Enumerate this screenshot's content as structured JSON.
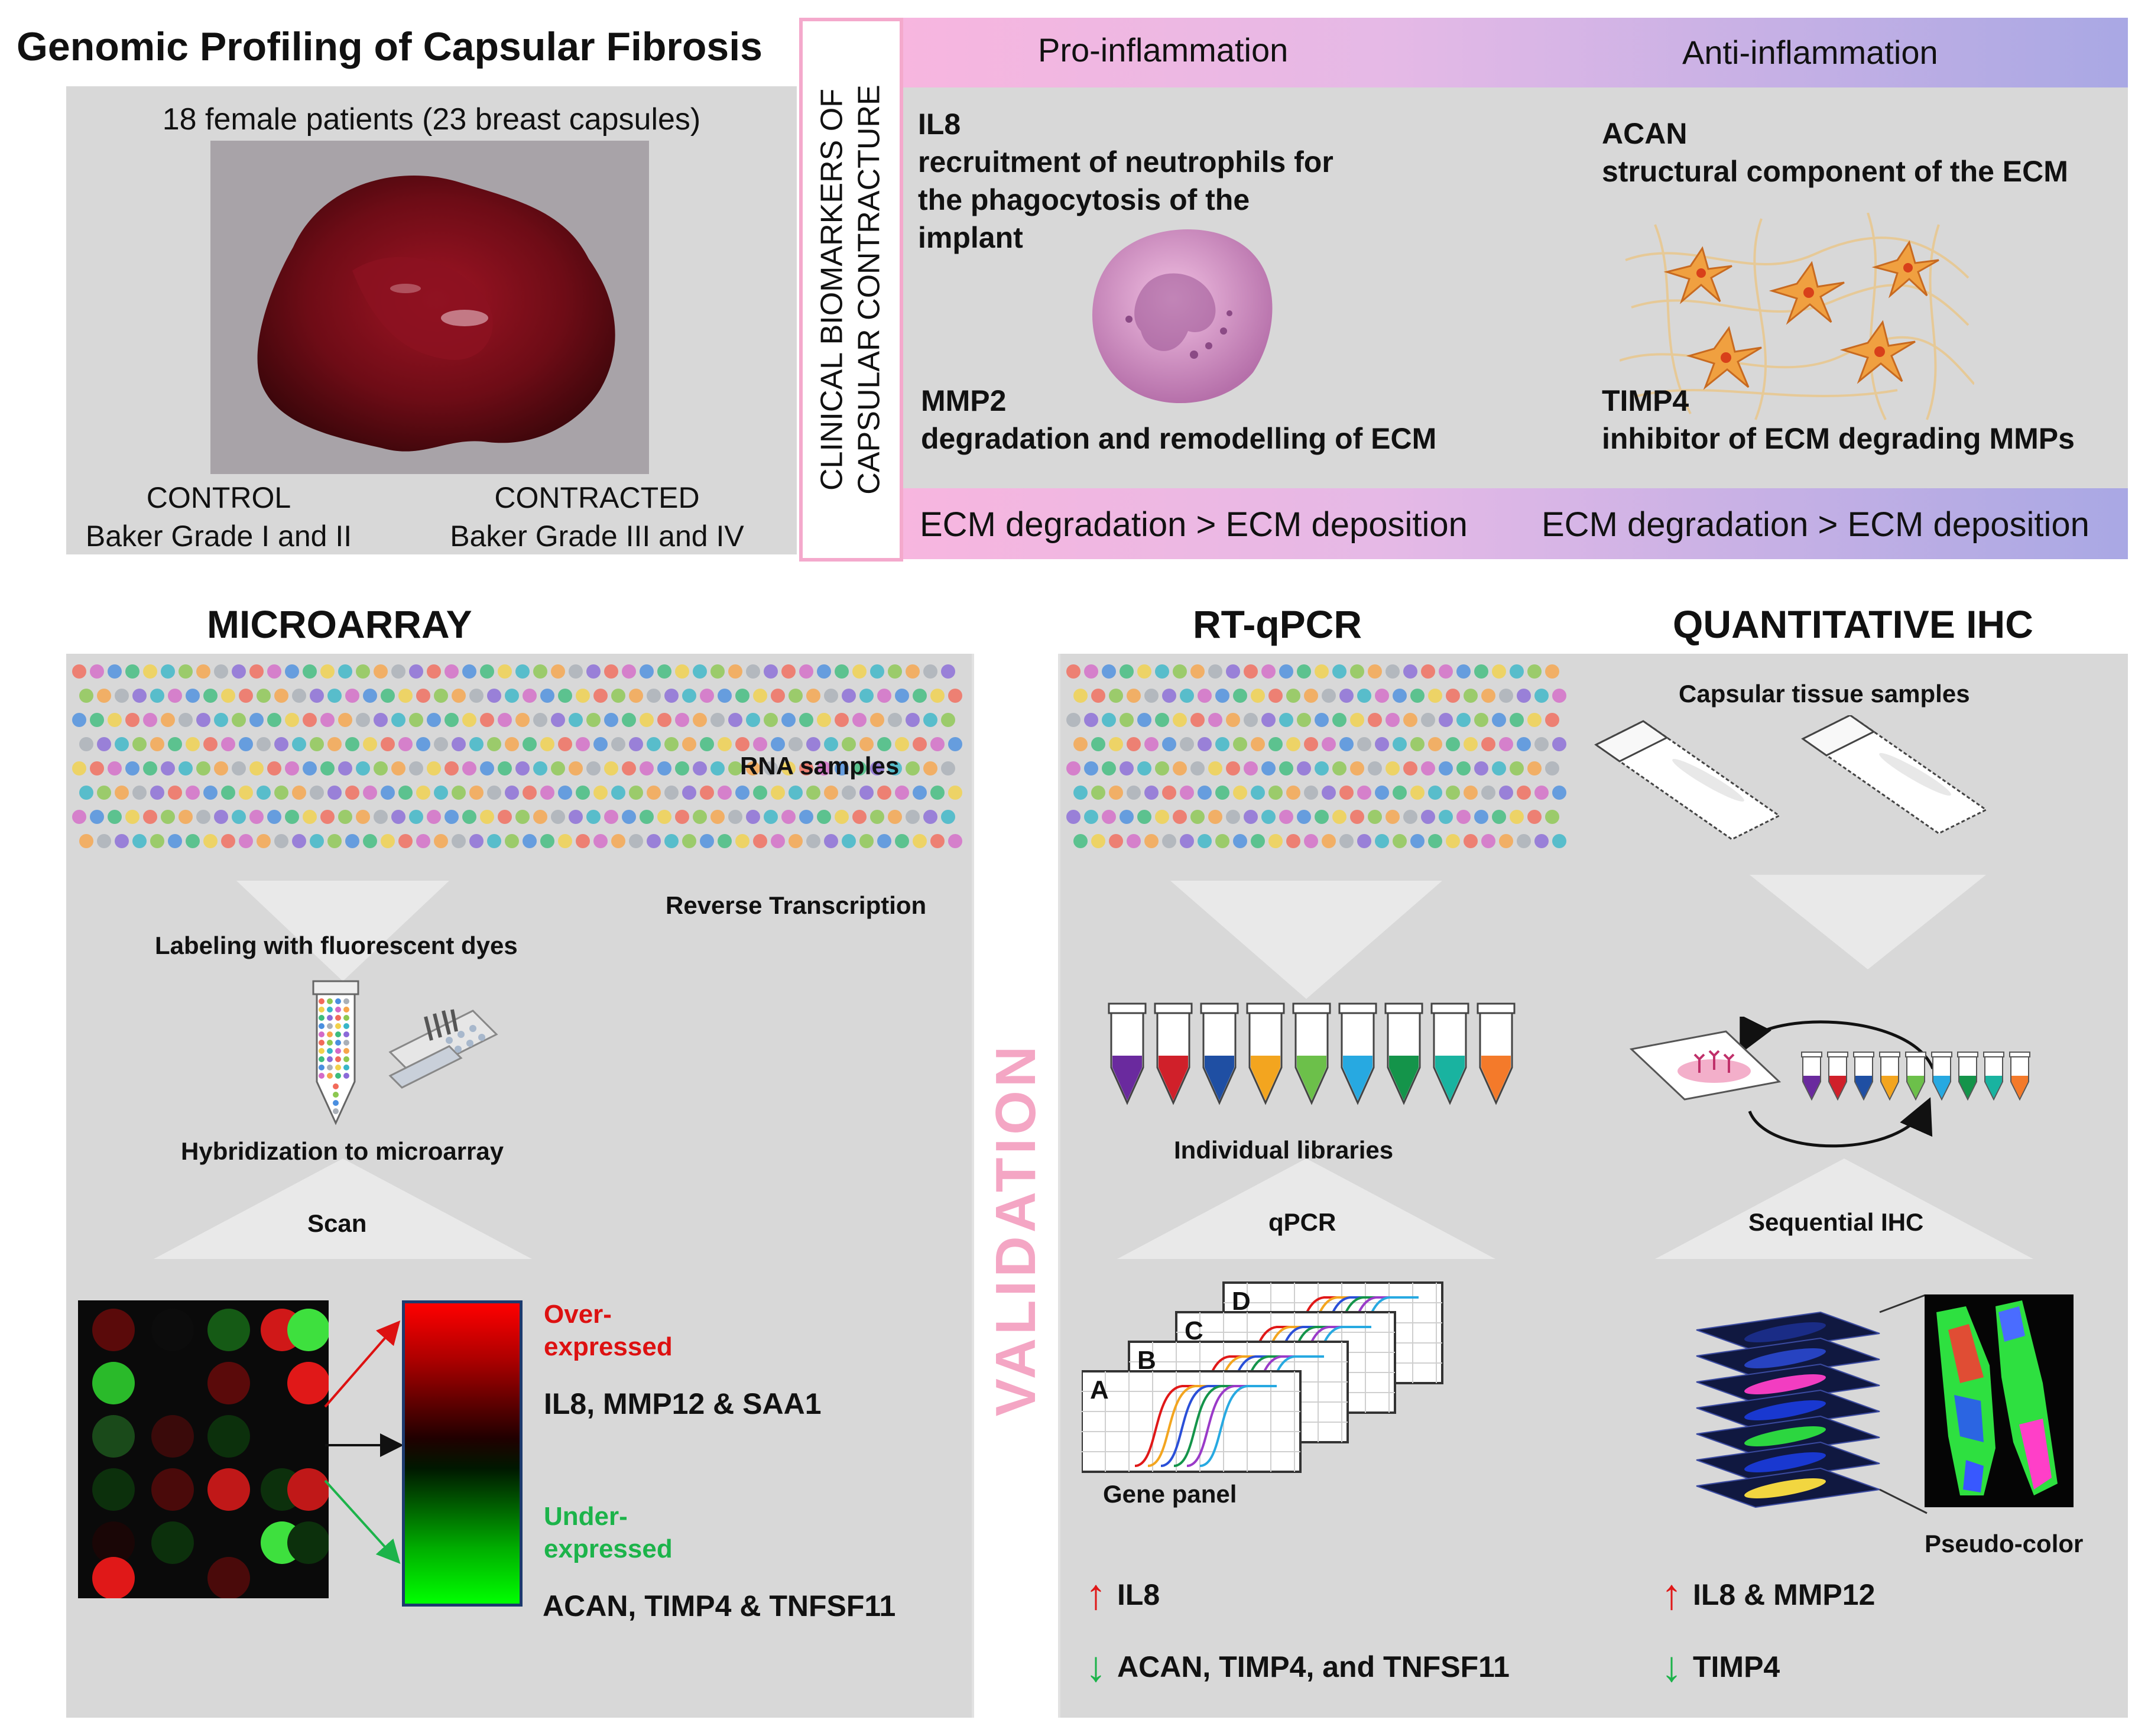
{
  "title": "Genomic Profiling of Capsular Fibrosis",
  "patients": "18 female patients (23 breast capsules)",
  "groups": {
    "control": {
      "name": "CONTROL",
      "grade": "Baker Grade I and II"
    },
    "contracted": {
      "name": "CONTRACTED",
      "grade": "Baker Grade III and IV"
    }
  },
  "biomarkers": {
    "vertical_label_1": "CLINICAL BIOMARKERS OF",
    "vertical_label_2": "CAPSULAR CONTRACTURE",
    "pro_header": "Pro-inflammation",
    "anti_header": "Anti-inflammation",
    "il8_name": "IL8",
    "il8_desc_1": "recruitment of neutrophils for",
    "il8_desc_2": "the phagocytosis of the",
    "il8_desc_3": "implant",
    "mmp2_name": "MMP2",
    "mmp2_desc": "degradation and remodelling of ECM",
    "acan_name": "ACAN",
    "acan_desc": "structural component of the ECM",
    "timp4_name": "TIMP4",
    "timp4_desc": "inhibitor of ECM degrading MMPs",
    "footer_left": "ECM degradation > ECM deposition",
    "footer_right": "ECM degradation > ECM deposition"
  },
  "microarray": {
    "heading": "MICROARRAY",
    "rna": "RNA samples",
    "rt": "Reverse Transcription",
    "labeling": "Labeling with fluorescent dyes",
    "hybridization": "Hybridization to microarray",
    "scan": "Scan",
    "over_1": "Over-",
    "over_2": "expressed",
    "over_genes": "IL8, MMP12 & SAA1",
    "under_1": "Under-",
    "under_2": "expressed",
    "under_genes": "ACAN, TIMP4 & TNFSF11"
  },
  "validation": "VALIDATION",
  "rtqpcr": {
    "heading": "RT-qPCR",
    "libraries": "Individual libraries",
    "qpcr": "qPCR",
    "plates": [
      "A",
      "B",
      "C",
      "D"
    ],
    "gene_panel": "Gene panel",
    "up": "IL8",
    "down": "ACAN, TIMP4, and TNFSF11"
  },
  "ihc": {
    "heading": "QUANTITATIVE IHC",
    "samples": "Capsular tissue samples",
    "sequential": "Sequential IHC",
    "pseudo": "Pseudo-color",
    "up": "IL8 & MMP12",
    "down": "TIMP4"
  },
  "colors": {
    "panel_gray": "#d8d8d8",
    "pink": "#f6b8e0",
    "lavender": "#a9a8e4",
    "validation_pink": "#f4a6c4",
    "over_red": "#dd1111",
    "under_green": "#1cb34a",
    "tube_colors": [
      "#6a2a9e",
      "#d0202a",
      "#1f4fa3",
      "#f3a51f",
      "#6cc04a",
      "#27a9e1",
      "#14944a",
      "#19b3a0",
      "#f47a2a"
    ]
  }
}
